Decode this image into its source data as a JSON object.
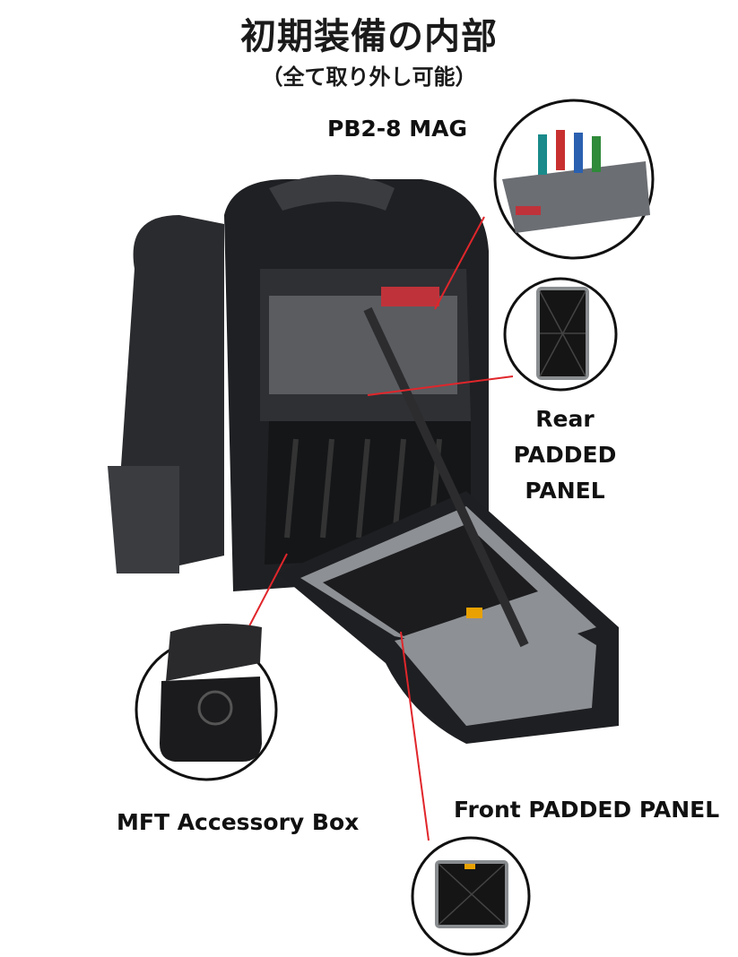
{
  "header": {
    "title": "初期装備の内部",
    "subtitle": "（全て取り外し可能）"
  },
  "callouts": [
    {
      "label": "PB2-8 MAG",
      "icon": "tool-pouch-image"
    },
    {
      "label_lines": [
        "Rear",
        "PADDED",
        "PANEL"
      ],
      "icon": "rear-padded-panel-image"
    },
    {
      "label": "MFT Accessory Box",
      "icon": "accessory-box-image"
    },
    {
      "label": "Front PADDED PANEL",
      "icon": "front-padded-panel-image"
    }
  ],
  "colors": {
    "callout_line": "#e0262b",
    "text": "#111111"
  }
}
